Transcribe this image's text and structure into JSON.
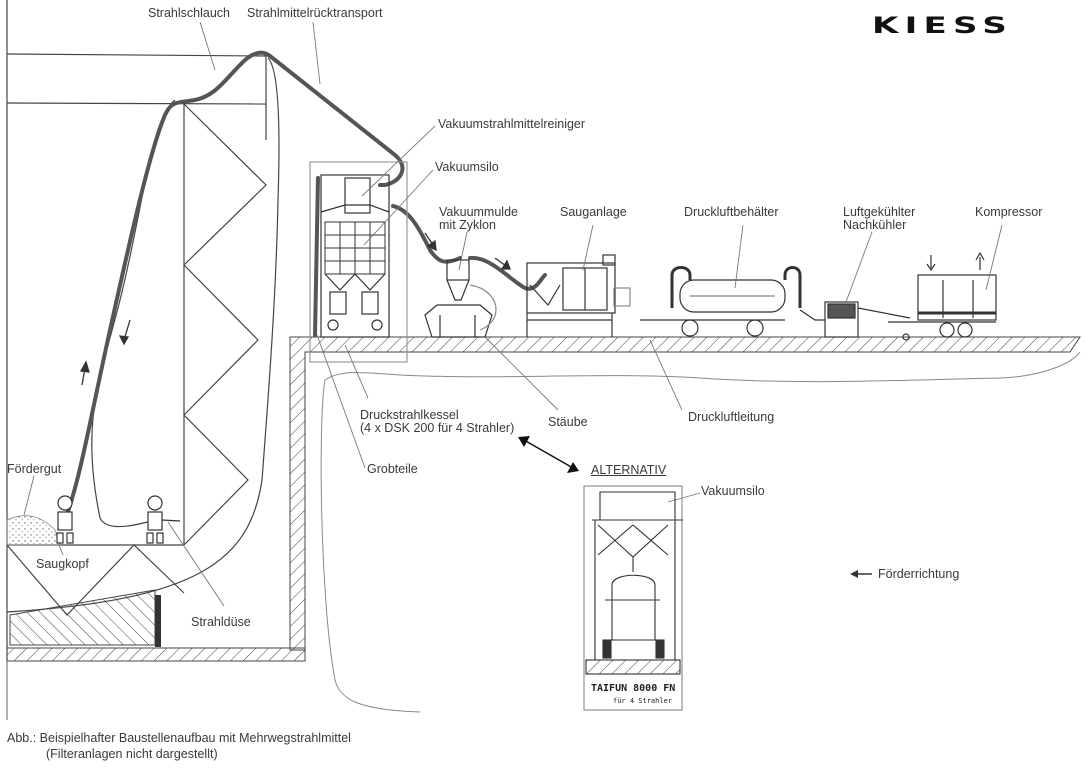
{
  "brand": {
    "logo_text": "KIESS"
  },
  "labels": {
    "strahlschlauch": "Strahlschlauch",
    "strahlmittelruecktransport": "Strahlmittelrücktransport",
    "vakuumstrahlmittelreiniger": "Vakuumstrahlmittelreiniger",
    "vakuumsilo": "Vakuumsilo",
    "vakuummulde_line1": "Vakuummulde",
    "vakuummulde_line2": "mit Zyklon",
    "sauganlage": "Sauganlage",
    "druckluftbehaelter": "Druckluftbehälter",
    "nachkuehler_line1": "Luftgekühlter",
    "nachkuehler_line2": "Nachkühler",
    "kompressor": "Kompressor",
    "druckstrahlkessel_line1": "Druckstrahlkessel",
    "druckstrahlkessel_line2": "(4 x DSK 200 für 4 Strahler)",
    "staeube": "Stäube",
    "druckluftleitung": "Druckluftleitung",
    "grobteile": "Grobteile",
    "foerdergut": "Fördergut",
    "saugkopf": "Saugkopf",
    "strahlduese": "Strahldüse",
    "alternativ": "ALTERNATIV",
    "alt_vakuumsilo": "Vakuumsilo",
    "foerderrichtung": "Förderrichtung"
  },
  "alternative_box": {
    "model": "TAIFUN 8000 FN",
    "subtitle": "für 4 Strahler"
  },
  "caption": {
    "line1": "Abb.:  Beispielhafter Baustellenaufbau mit Mehrwegstrahlmittel",
    "line2": "(Filteranlagen nicht dargestellt)"
  },
  "colors": {
    "line": "#333333",
    "hose": "#555555",
    "leader": "#777777",
    "text": "#3a3a3a"
  }
}
